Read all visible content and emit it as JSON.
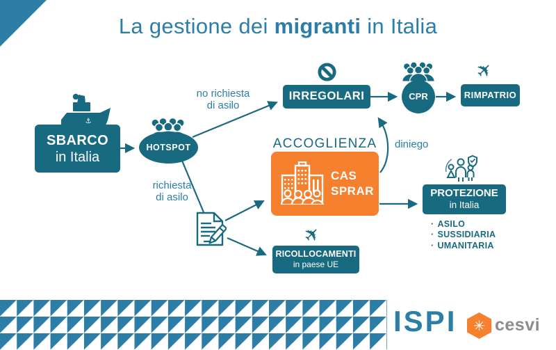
{
  "title": {
    "pre": "La gestione dei ",
    "bold": "migranti",
    "post": " in Italia"
  },
  "colors": {
    "teal": "#186a80",
    "blue": "#2d7ea7",
    "orange": "#f5812f",
    "gray": "#8a8c8e"
  },
  "nodes": {
    "sbarco": {
      "line1": "SBARCO",
      "line2": "in Italia"
    },
    "hotspot": {
      "label": "HOTSPOT"
    },
    "irregolari": {
      "label": "IRREGOLARI"
    },
    "cpr": {
      "label": "CPR"
    },
    "rimpatrio": {
      "label": "RIMPATRIO"
    },
    "accoglienza_label": "ACCOGLIENZA",
    "cas": {
      "line1": "CAS",
      "line2": "SPRAR"
    },
    "protezione": {
      "line1": "PROTEZIONE",
      "line2": "in Italia",
      "bullet_char": "·",
      "bullets": [
        "ASILO",
        "SUSSIDIARIA",
        "UMANITARIA"
      ]
    },
    "ricollocamenti": {
      "line1": "RICOLLOCAMENTI",
      "line2": "in paese UE"
    }
  },
  "edge_labels": {
    "no_richiesta": {
      "line1": "no richiesta",
      "line2": "di asilo"
    },
    "richiesta": {
      "line1": "richiesta",
      "line2": "di asilo"
    },
    "diniego": "diniego"
  },
  "icons": {
    "plane": "✈",
    "anchor": "⚓",
    "cesvi_star": "✳"
  },
  "footer": {
    "ispi_logo": "ISPI",
    "cesvi_logo": "cesvi"
  }
}
